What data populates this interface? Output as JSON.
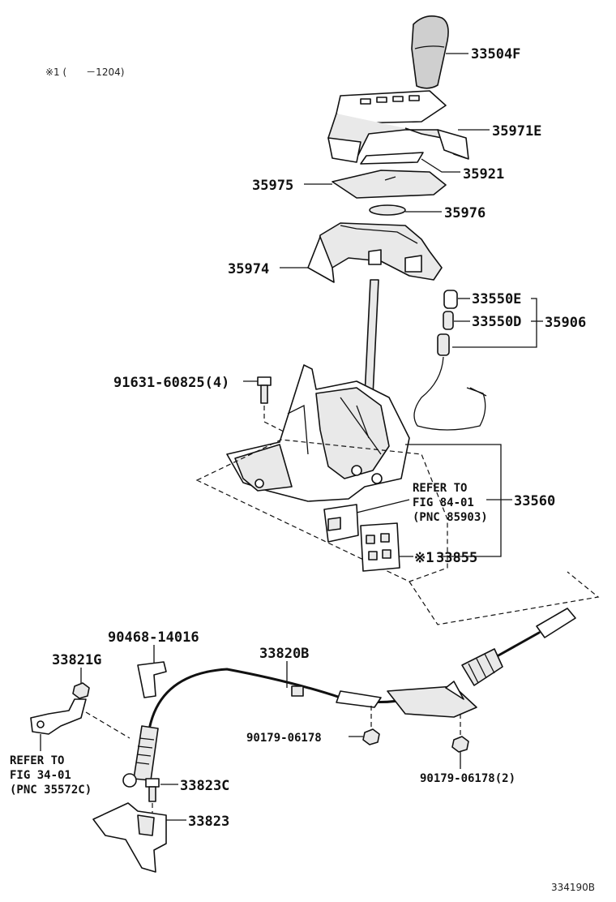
{
  "note_top": "※1 (　　－1204)",
  "labels": {
    "p33504F": "33504F",
    "p35971E": "35971E",
    "p35921": "35921",
    "p35975": "35975",
    "p35976": "35976",
    "p35974": "35974",
    "p33550E": "33550E",
    "p33550D": "33550D",
    "p35906": "35906",
    "p91631": "91631-60825(4)",
    "p33560": "33560",
    "refer84_l1": "REFER TO",
    "refer84_l2": "FIG 84-01",
    "refer84_l3": "(PNC 85903)",
    "p33855_mark": "※1",
    "p33855": "33855",
    "p90468": "90468-14016",
    "p33821G": "33821G",
    "p33820B": "33820B",
    "p90179_a": "90179-06178",
    "p90179_b": "90179-06178(2)",
    "refer34_l1": "REFER TO",
    "refer34_l2": "FIG 34-01",
    "refer34_l3": "(PNC 35572C)",
    "p33823C": "33823C",
    "p33823": "33823",
    "fig_code": "334190B"
  }
}
